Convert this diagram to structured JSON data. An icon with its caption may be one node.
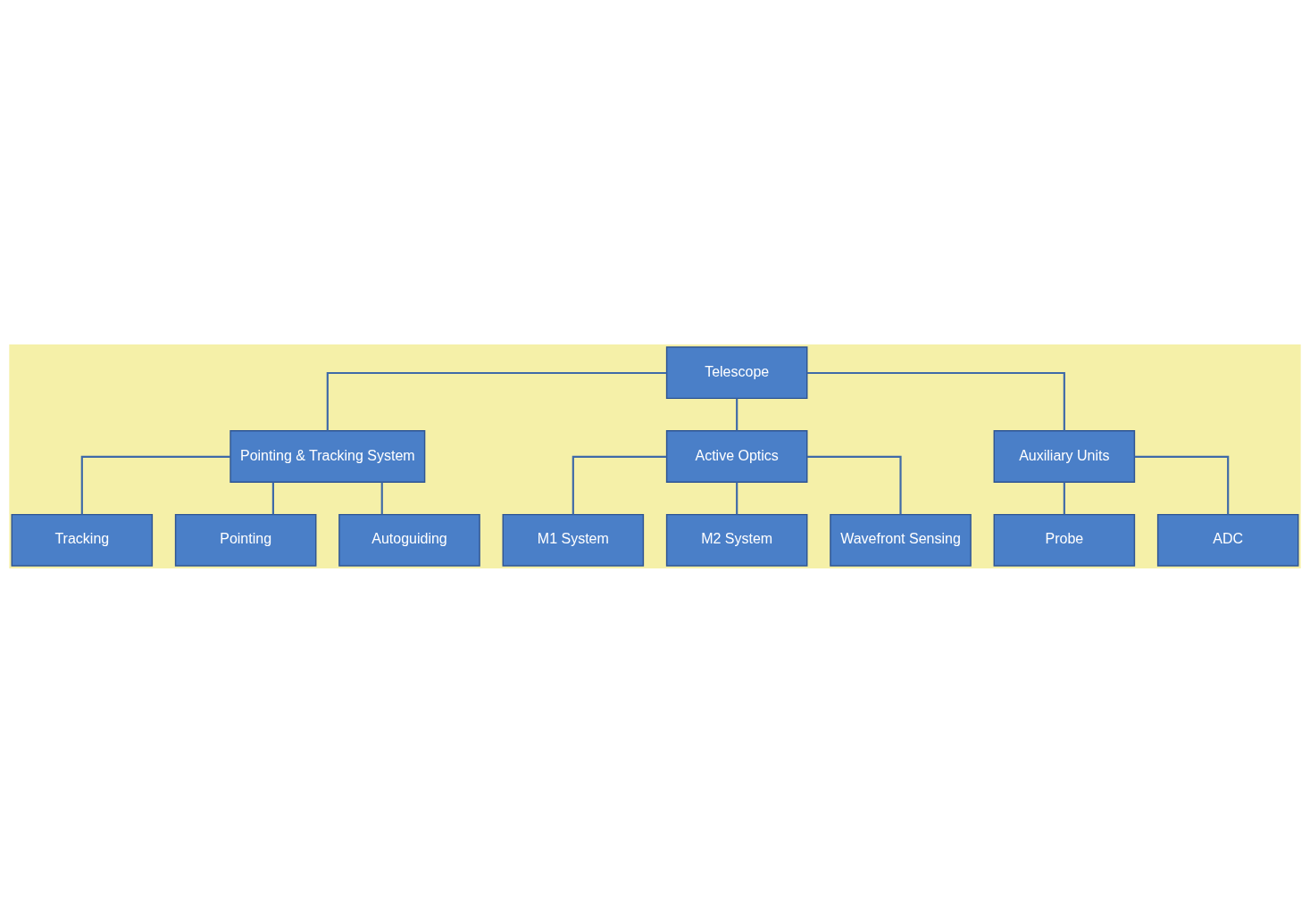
{
  "diagram": {
    "nodes": [
      {
        "text": [
          "Telescope"
        ]
      },
      {
        "text": [
          "Pointing & Tracking System"
        ]
      },
      {
        "text": [
          "Active Optics"
        ]
      },
      {
        "text": [
          "Auxiliary Units"
        ]
      },
      {
        "text": [
          "Tracking"
        ]
      },
      {
        "text": [
          "Pointing"
        ]
      },
      {
        "text": [
          "Autoguiding"
        ]
      },
      {
        "text": [
          "M1 System"
        ]
      },
      {
        "text": [
          "M2 System"
        ]
      },
      {
        "text": [
          "Wavefront Sensing"
        ]
      },
      {
        "text": [
          "Probe"
        ]
      },
      {
        "text": [
          "ADC"
        ]
      }
    ],
    "edges": [
      {
        "from": 0,
        "to": 1,
        "arrow": "none"
      },
      {
        "from": 0,
        "to": 2,
        "arrow": "none"
      },
      {
        "from": 0,
        "to": 3,
        "arrow": "none"
      },
      {
        "from": 1,
        "to": 4,
        "arrow": "none"
      },
      {
        "from": 1,
        "to": 5,
        "arrow": "none"
      },
      {
        "from": 1,
        "to": 6,
        "arrow": "none"
      },
      {
        "from": 2,
        "to": 7,
        "arrow": "none"
      },
      {
        "from": 2,
        "to": 8,
        "arrow": "none"
      },
      {
        "from": 2,
        "to": 9,
        "arrow": "none"
      },
      {
        "from": 3,
        "to": 10,
        "arrow": "none"
      },
      {
        "from": 3,
        "to": 11,
        "arrow": "none"
      }
    ]
  }
}
